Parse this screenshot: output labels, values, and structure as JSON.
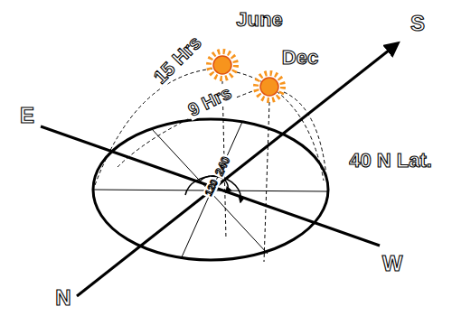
{
  "diagram": {
    "labels": [
      "June",
      "15 Hrs",
      "Dec",
      "9 Hrs",
      "E",
      "S",
      "240",
      "120",
      "40 N Lat.",
      "N",
      "W"
    ]
  }
}
